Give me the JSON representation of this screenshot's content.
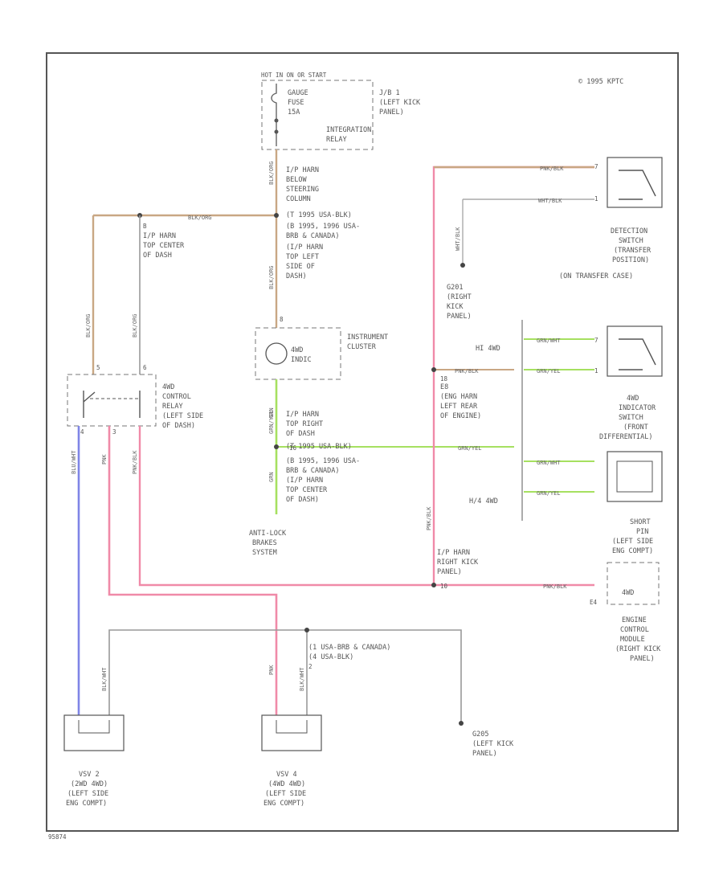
{
  "copyright": "© 1995 KPTC",
  "footer_code": "95874",
  "colors": {
    "tan": "#c9a784",
    "pink": "#f08aa8",
    "blue": "#7f85e6",
    "green": "#a6e060",
    "gray": "#8f8f8f",
    "box": "#555555"
  },
  "top_block": {
    "power_label": "HOT IN ON OR START",
    "fuse_lines": [
      "GAUGE",
      "FUSE",
      "15A"
    ],
    "jb_lines": [
      "J/B 1",
      "(LEFT KICK",
      "PANEL)"
    ],
    "relay_lines": [
      "INTEGRATION",
      "RELAY"
    ]
  },
  "ip_harness_column": [
    "I/P HARN",
    "BELOW",
    "STEERING",
    "COLUMN",
    "(T 1995 USA-BLK)",
    "(B 1995, 1996 USA-",
    "BRB & CANADA)",
    "(I/P HARN",
    "TOP LEFT",
    "SIDE OF",
    "DASH)"
  ],
  "splice_top_center": [
    "I/P HARN",
    "TOP CENTER",
    "OF DASH"
  ],
  "instrument_cluster": {
    "title_lines": [
      "INSTRUMENT",
      "CLUSTER"
    ],
    "lamp_lines": [
      "4WD",
      "INDIC"
    ]
  },
  "control_relay": [
    "4WD",
    "CONTROL",
    "RELAY",
    "(LEFT SIDE",
    "OF DASH)"
  ],
  "ip_top_right": [
    "I/P HARN",
    "TOP RIGHT",
    "OF DASH"
  ],
  "ip_b_1995": [
    "(B 1995, 1996 USA-",
    "BRB & CANADA)",
    "(I/P HARN",
    "TOP CENTER",
    "OF DASH)"
  ],
  "ip_grn_label": "(T 1995 USA-BLK)",
  "antilock_lines": [
    "ANTI-LOCK",
    "BRAKES",
    "SYSTEM"
  ],
  "detection_switch": [
    "DETECTION",
    "SWITCH",
    "(TRANSFER",
    "POSITION)",
    "(ON TRANSFER CASE)"
  ],
  "g201": [
    "G201",
    "(RIGHT",
    "KICK",
    "PANEL)"
  ],
  "engine_harness": [
    "E8",
    "(ENG HARN",
    "LEFT REAR",
    "OF ENGINE)"
  ],
  "mode_labels": {
    "hi": "HI 4WD",
    "lo": "H/4 4WD"
  },
  "indicator_switch": [
    "4WD",
    "INDICATOR",
    "SWITCH",
    "(FRONT",
    "DIFFERENTIAL)"
  ],
  "short_pin": [
    "SHORT",
    "PIN",
    "(LEFT SIDE",
    "ENG COMPT)"
  ],
  "ip_right_kick": [
    "I/P HARN",
    "RIGHT KICK",
    "PANEL)"
  ],
  "ecm": {
    "pin_label": "4WD",
    "connector": "E4",
    "lines": [
      "ENGINE",
      "CONTROL",
      "MODULE",
      "(RIGHT KICK",
      "PANEL)"
    ]
  },
  "vsv_bottom_label": [
    "(1 USA-BRB & CANADA)",
    "(4 USA-BLK)"
  ],
  "vsv1": [
    "VSV 2",
    "(2WD 4WD)",
    "(LEFT SIDE",
    "ENG COMPT)"
  ],
  "vsv2": [
    "VSV 4",
    "(4WD 4WD)",
    "(LEFT SIDE",
    "ENG COMPT)"
  ],
  "g205": [
    "G205",
    "(LEFT KICK",
    "PANEL)"
  ],
  "wire_labels": {
    "blk_org_top": "BLK/ORG",
    "blk_org_left1": "BLK/ORG",
    "blk_org_left2": "BLK/ORG",
    "blk_org_vert": "BLK/ORG",
    "pnk_blk_top": "PNK/BLK",
    "wht_blk": "WHT/BLK",
    "wht_blk_vert": "WHT/BLK",
    "pnk_blk_mid": "PNK/BLK",
    "grn_wht_1": "GRN/WHT",
    "grn_yel_1": "GRN/YEL",
    "grn_yel_2": "GRN/YEL",
    "grn_wht_2": "GRN/WHT",
    "grn_yel_3": "GRN/YEL",
    "blu_wht": "BLU/WHT",
    "pnk": "PNK",
    "pnk_blk_relay": "PNK/BLK",
    "grn_yel_v": "GRN/YEL",
    "grn": "GRN",
    "grn2": "GRN",
    "pnk_blk_vert": "PNK/BLK",
    "pnk_blk_bottom": "PNK/BLK",
    "blk_vsv1": "BLK/WHT",
    "blk_vsv2": "BLK/WHT",
    "pnk_vsv2": "PNK"
  },
  "connector_codes": {
    "c5": "5",
    "c7a": "7",
    "c1a": "1",
    "c6": "6",
    "c4": "4",
    "c3": "3",
    "c7b": "7",
    "c1b": "1",
    "c8": "8",
    "c2": "2",
    "c16": "16",
    "c18": "18",
    "c10": "10"
  }
}
